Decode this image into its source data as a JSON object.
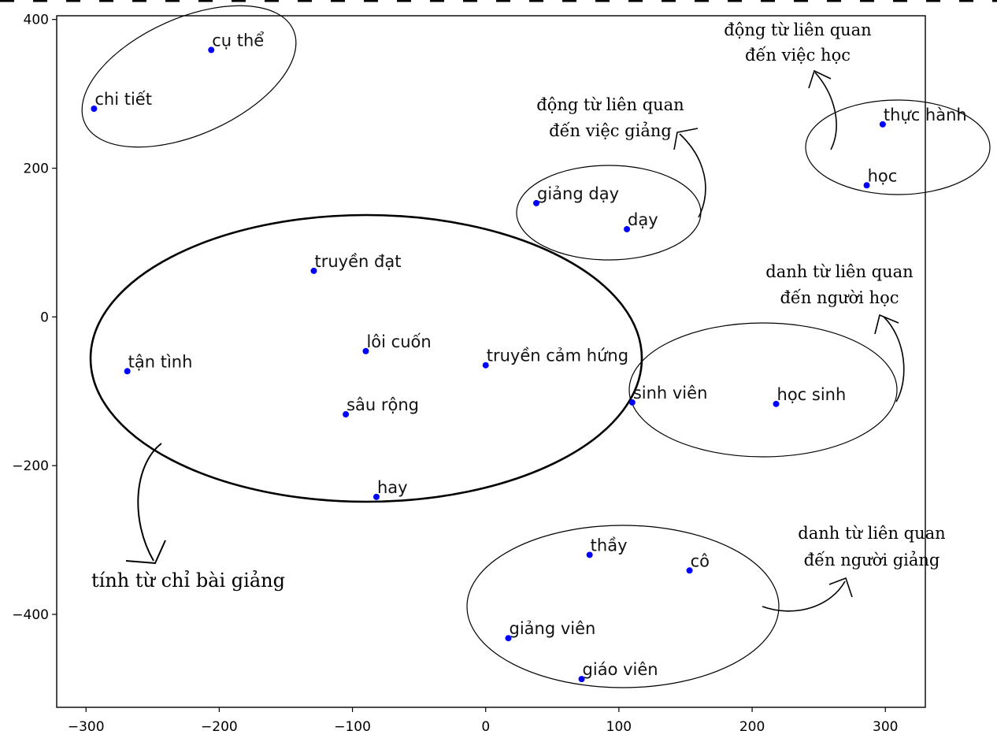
{
  "chart_data": {
    "type": "scatter",
    "title": "",
    "xlabel": "",
    "ylabel": "",
    "xlim": [
      -322,
      330
    ],
    "ylim": [
      -525,
      405
    ],
    "xticks": [
      -300,
      -200,
      -100,
      0,
      100,
      200,
      300
    ],
    "yticks": [
      400,
      200,
      0,
      -200,
      -400
    ],
    "tick_labels": {
      "x": [
        "−300",
        "−200",
        "−100",
        "0",
        "100",
        "200",
        "300"
      ],
      "y": [
        "400",
        "200",
        "0",
        "−200",
        "−400"
      ]
    },
    "grid": false,
    "point_color": "#0000ff",
    "points": [
      {
        "label": "cụ thể",
        "x": -206,
        "y": 359
      },
      {
        "label": "chi tiết",
        "x": -294,
        "y": 280
      },
      {
        "label": "giảng dạy",
        "x": 38,
        "y": 153
      },
      {
        "label": "dạy",
        "x": 106,
        "y": 118
      },
      {
        "label": "thực hành",
        "x": 298,
        "y": 259
      },
      {
        "label": "học",
        "x": 286,
        "y": 177
      },
      {
        "label": "truyền đạt",
        "x": -129,
        "y": 62
      },
      {
        "label": "lôi cuốn",
        "x": -90,
        "y": -46
      },
      {
        "label": "truyền cảm hứng",
        "x": 0,
        "y": -65
      },
      {
        "label": "tận tình",
        "x": -269,
        "y": -73
      },
      {
        "label": "sâu rộng",
        "x": -105,
        "y": -131
      },
      {
        "label": "hay",
        "x": -82,
        "y": -242
      },
      {
        "label": "sinh viên",
        "x": 110,
        "y": -115
      },
      {
        "label": "học sinh",
        "x": 218,
        "y": -117
      },
      {
        "label": "thầy",
        "x": 78,
        "y": -320
      },
      {
        "label": "cô",
        "x": 153,
        "y": -341
      },
      {
        "label": "giảng viên",
        "x": 17,
        "y": -432
      },
      {
        "label": "giáo viên",
        "x": 72,
        "y": -487
      }
    ],
    "annotations": [
      {
        "id": "verbs-learning",
        "lines": [
          "động từ liên quan",
          "đến việc học"
        ]
      },
      {
        "id": "verbs-teaching",
        "lines": [
          "động từ liên quan",
          "đến việc giảng"
        ]
      },
      {
        "id": "nouns-learner",
        "lines": [
          "danh từ liên quan",
          "đến người học"
        ]
      },
      {
        "id": "nouns-teacher",
        "lines": [
          "danh từ liên quan",
          "đến người giảng"
        ]
      },
      {
        "id": "adjectives-lecture",
        "lines": [
          "tính từ chỉ bài giảng"
        ]
      }
    ]
  }
}
